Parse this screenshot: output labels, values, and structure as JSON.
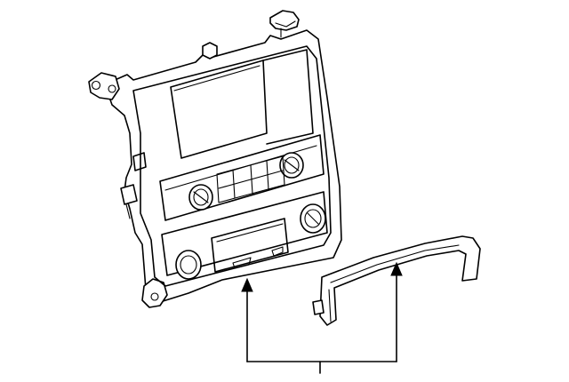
{
  "diagram": {
    "background_color": "#ffffff",
    "line_color": "#000000",
    "parts": [
      {
        "name": "radio-control-bezel-panel"
      },
      {
        "name": "trim-molding-strip"
      }
    ],
    "callout": {
      "leader_count": 2
    }
  }
}
